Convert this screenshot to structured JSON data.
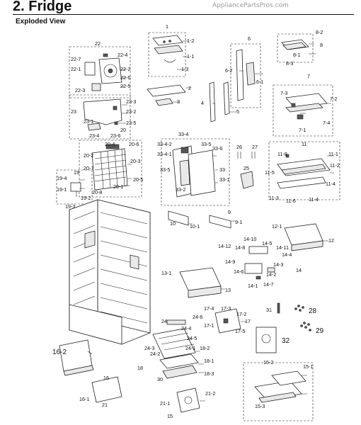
{
  "title": "2.  Fridge",
  "source": "AppliancePartsPros.com",
  "section": "Exploded View",
  "labels": [
    "1",
    "1-2",
    "1-1",
    "1-3",
    "2",
    "3",
    "4",
    "5",
    "6",
    "6-2",
    "6-1",
    "8-2",
    "8",
    "8-1",
    "8-3",
    "7",
    "7-2",
    "7-3",
    "7-4",
    "7-1",
    "22",
    "22-7",
    "22-4",
    "22-1",
    "22-2",
    "22-6",
    "22-5",
    "22-3",
    "23",
    "23-3",
    "23-2",
    "23-1",
    "23-5",
    "23-4",
    "23-6",
    "20",
    "20-4",
    "20-6",
    "20-2",
    "20-3",
    "20-7",
    "20-1",
    "20-5",
    "20-8",
    "19",
    "19-4",
    "19-1",
    "19-2",
    "19-3",
    "33-4",
    "33-4-2",
    "33-4-1",
    "33-5",
    "33-6",
    "33",
    "33-5",
    "33-1",
    "33-2",
    "26",
    "27",
    "25",
    "11",
    "11-8",
    "11-1",
    "11-5",
    "11-2",
    "11-3",
    "11-6",
    "11-4",
    "11-4",
    "9",
    "9-1",
    "10",
    "10-1",
    "12-1",
    "12",
    "14-12",
    "14-10",
    "14-5",
    "14-8",
    "14-11",
    "14-4",
    "14-9",
    "14-6",
    "14-3",
    "14-2",
    "14",
    "14-1",
    "14-7",
    "13-1",
    "13",
    "17-4",
    "17-3",
    "17-2",
    "17-1",
    "17",
    "17-5",
    "31",
    "28",
    "29",
    "32",
    "24",
    "24-6",
    "24-4",
    "24-5",
    "24-3",
    "24-1",
    "24-2",
    "18",
    "18-2",
    "18-1",
    "18-3",
    "30",
    "16-2",
    "16",
    "16-1",
    "21",
    "21-2",
    "21-1",
    "15",
    "15-2",
    "15-1",
    "15-3"
  ]
}
